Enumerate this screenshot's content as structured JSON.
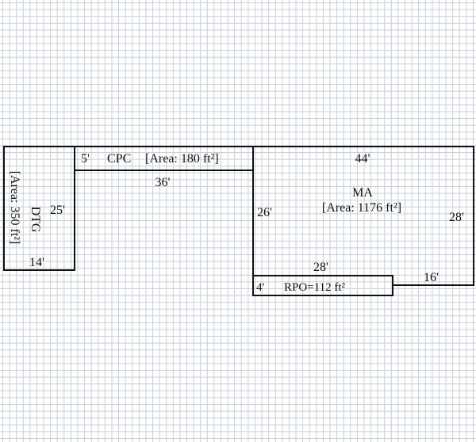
{
  "rooms": {
    "dtg": {
      "name": "DTG",
      "area": "[Area: 350 ft²]",
      "height_label": "25'",
      "width_label": "14'"
    },
    "cpc": {
      "depth_label": "5'",
      "name": "CPC",
      "area": "[Area: 180 ft²]",
      "length_label": "36'"
    },
    "ma": {
      "name": "MA",
      "area": "[Area: 1176 ft²]",
      "top_label": "44'",
      "left_label": "26'",
      "right_label": "28'",
      "bottom_label": "28'",
      "bottom_right_label": "16'"
    },
    "rpo": {
      "depth_label": "4'",
      "label": "RPO=112 ft²"
    }
  }
}
